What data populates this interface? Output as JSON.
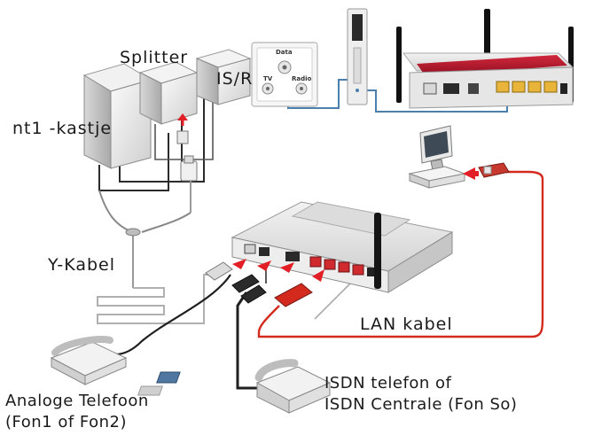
{
  "labels": {
    "splitter": "Splitter",
    "isr": "IS/R",
    "nt1": "nt1 -kastje",
    "ykabel": "Y-Kabel",
    "lan": "LAN kabel",
    "analoge_line1": "Analoge Telefoon",
    "analoge_line2": "(Fon1 of Fon2)",
    "isdn_line1": "ISDN telefon of",
    "isdn_line2": "ISDN Centrale (Fon So)"
  },
  "wall_socket": {
    "data": "Data",
    "tv": "TV",
    "radio": "Radio"
  },
  "colors": {
    "router_red": "#b8142a",
    "lan_cable": "#d42a1e",
    "arrow": "#e21f26",
    "coax_blue": "#4a7fb0",
    "cable_dark": "#2b2b2b"
  }
}
